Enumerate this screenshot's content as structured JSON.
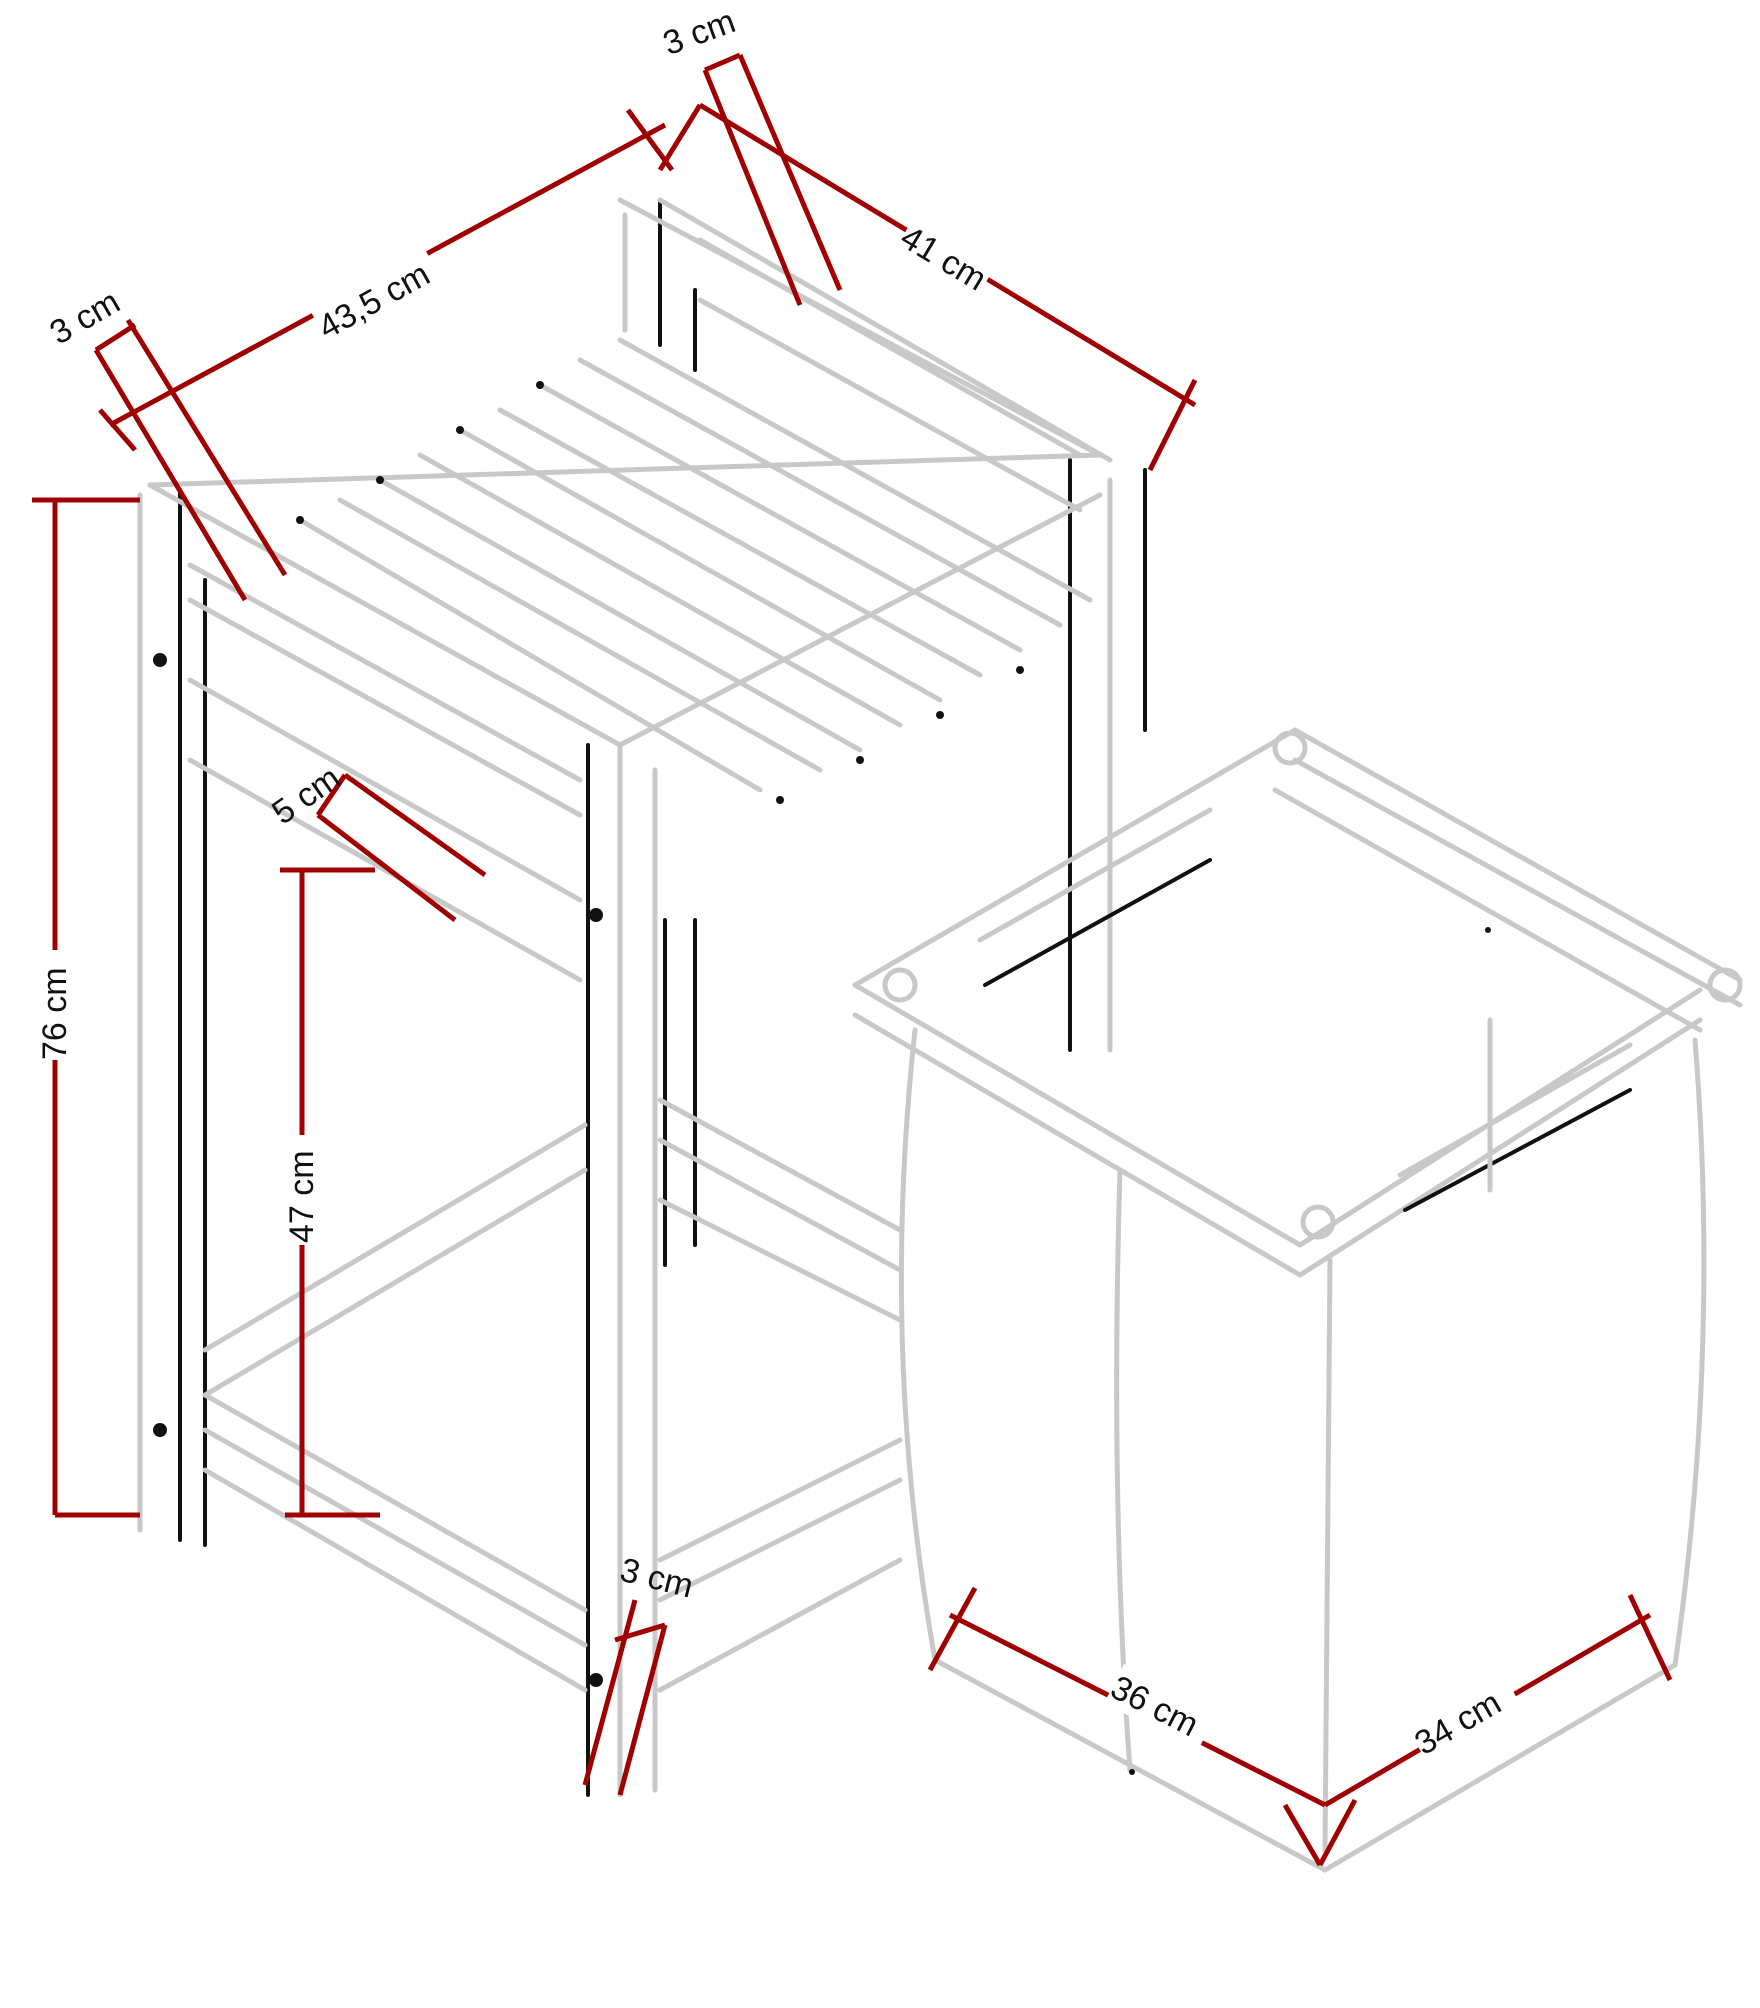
{
  "colors": {
    "dimension": "#a00000",
    "outline_light": "#c8c8c8",
    "outline_dark": "#111111",
    "background": "#ffffff"
  },
  "dimensions": {
    "top_width": "43,5 cm",
    "top_depth": "41 cm",
    "front_rail_thickness": "3 cm",
    "back_post_thickness": "3 cm",
    "total_height": "76 cm",
    "shelf_height": "47 cm",
    "rail_height": "5 cm",
    "leg_thickness": "3 cm",
    "basket_width": "36 cm",
    "basket_depth": "34 cm"
  }
}
